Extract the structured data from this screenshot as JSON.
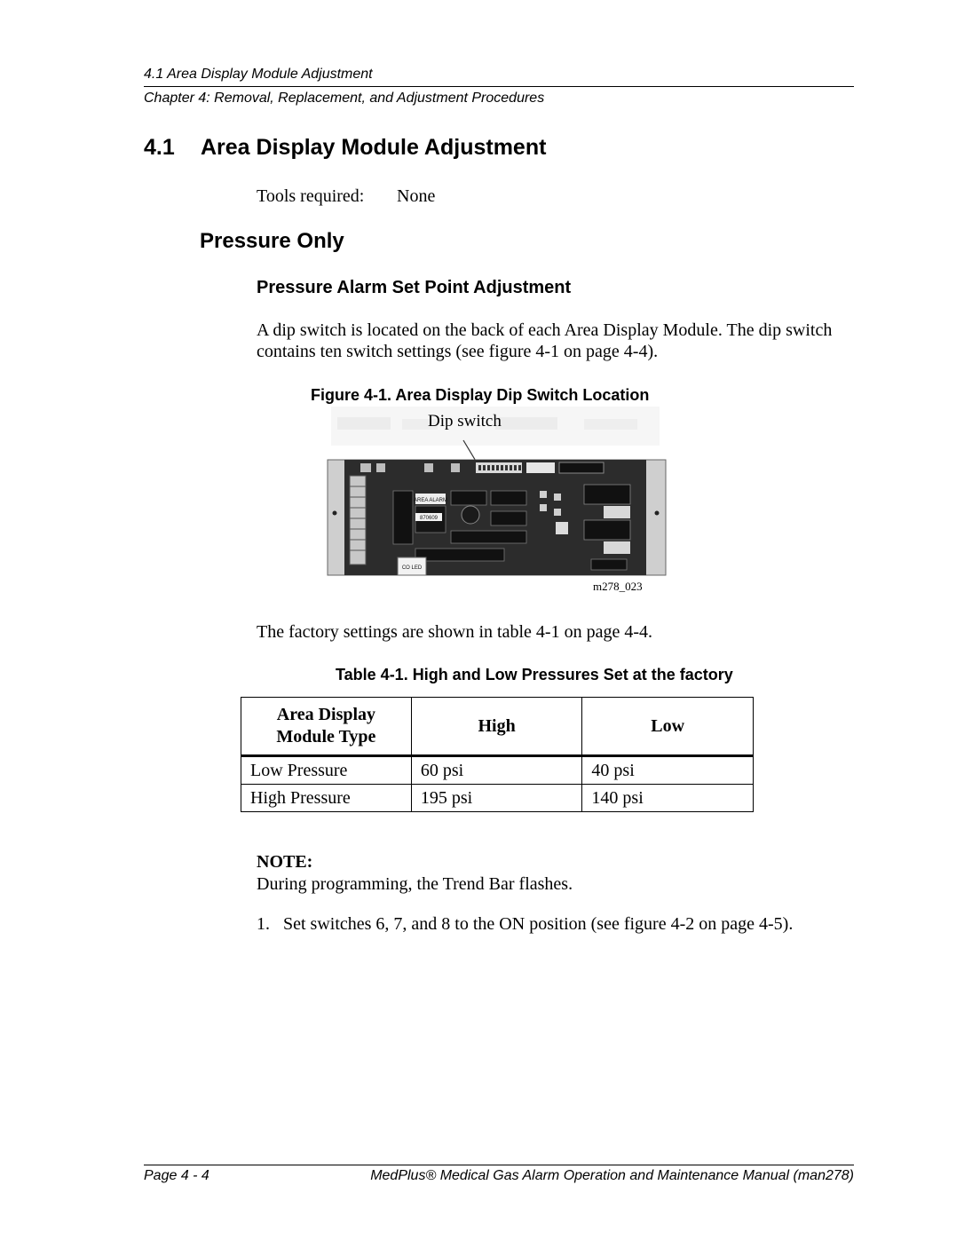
{
  "header": {
    "section": "4.1  Area Display Module Adjustment",
    "chapter": "Chapter 4: Removal, Replacement, and Adjustment Procedures"
  },
  "heading": {
    "number": "4.1",
    "title": "Area Display Module Adjustment"
  },
  "tools": {
    "label": "Tools required:",
    "value": "None"
  },
  "subheading": "Pressure Only",
  "subsubheading": "Pressure Alarm Set Point Adjustment",
  "paragraph1": "A dip switch is located on the back of each Area Display Module. The dip switch contains ten switch settings (see figure 4-1 on page 4-4).",
  "figure": {
    "caption": "Figure 4-1.  Area Display Dip Switch Location",
    "callout": "Dip switch",
    "id": "m278_023",
    "chip_labels": [
      "AREA ALARM",
      "870609",
      "CO LED"
    ]
  },
  "paragraph2": "The factory settings are shown in table 4-1 on page 4-4.",
  "table": {
    "caption": "Table 4-1.  High and Low Pressures Set at the factory",
    "headers": [
      "Area Display Module Type",
      "High",
      "Low"
    ],
    "rows": [
      [
        "Low Pressure",
        "60 psi",
        "40 psi"
      ],
      [
        "High Pressure",
        "195 psi",
        "140 psi"
      ]
    ]
  },
  "note": {
    "title": "NOTE:",
    "text": "During programming, the Trend Bar flashes."
  },
  "step": {
    "number": "1.",
    "text": "Set switches 6, 7, and 8 to the ON position (see figure 4-2 on page 4-5)."
  },
  "footer": {
    "page": "Page 4 - 4",
    "manual": "MedPlus® Medical Gas Alarm Operation and Maintenance Manual (man278)"
  }
}
